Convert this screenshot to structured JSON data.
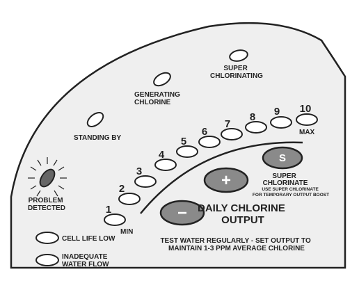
{
  "indicators": {
    "super_chlorinating": [
      "SUPER",
      "CHLORINATING"
    ],
    "generating_chlorine": [
      "GENERATING",
      "CHLORINE"
    ],
    "standing_by": "STANDING BY",
    "problem_detected": [
      "PROBLEM",
      "DETECTED"
    ],
    "cell_life_low": "CELL LIFE LOW",
    "inadequate_water_flow": [
      "INADEQUATE",
      "WATER FLOW"
    ]
  },
  "output_scale": {
    "levels": [
      "1",
      "2",
      "3",
      "4",
      "5",
      "6",
      "7",
      "8",
      "9",
      "10"
    ],
    "min_label": "MIN",
    "max_label": "MAX"
  },
  "buttons": {
    "super_symbol": "S",
    "super_label": [
      "SUPER",
      "CHLORINATE"
    ],
    "super_note": [
      "USE SUPER CHLORINATE",
      "FOR TEMPORARY OUTPUT BOOST"
    ],
    "plus_symbol": "+",
    "minus_symbol": "−",
    "daily_output_label": [
      "DAILY CHLORINE",
      "OUTPUT"
    ]
  },
  "instructions": [
    "TEST WATER REGULARLY - SET OUTPUT TO",
    "MAINTAIN 1-3 PPM AVERAGE CHLORINE"
  ],
  "colors": {
    "panel_fill": "#efefef",
    "outline": "#222222",
    "button_fill": "#8a8a8a",
    "led_fill": "#666666"
  }
}
